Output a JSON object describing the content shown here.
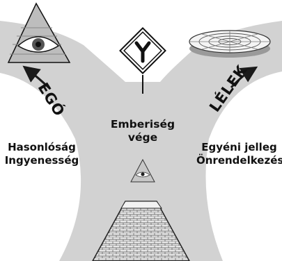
{
  "diagram": {
    "center_label": [
      "Emberiség",
      "vége"
    ],
    "left_branch": "EGÓ",
    "right_branch": "LÉLEK",
    "left_traits": [
      "Hasonlóság",
      "Ingyenesség"
    ],
    "right_traits": [
      "Egyéni jelleg",
      "Önrendelkezés"
    ]
  },
  "icons": {
    "sign": "y-junction-road-sign-icon",
    "left_symbol": "all-seeing-eye-pyramid-icon",
    "right_symbol": "concentric-target-disc-icon",
    "center_symbol": "small-eye-pyramid-icon",
    "bottom_symbol": "brick-pyramid-icon"
  },
  "colors": {
    "road": "#d2d2d2",
    "background": "#ffffff",
    "text": "#111111",
    "arrow": "#1a1a1a"
  }
}
